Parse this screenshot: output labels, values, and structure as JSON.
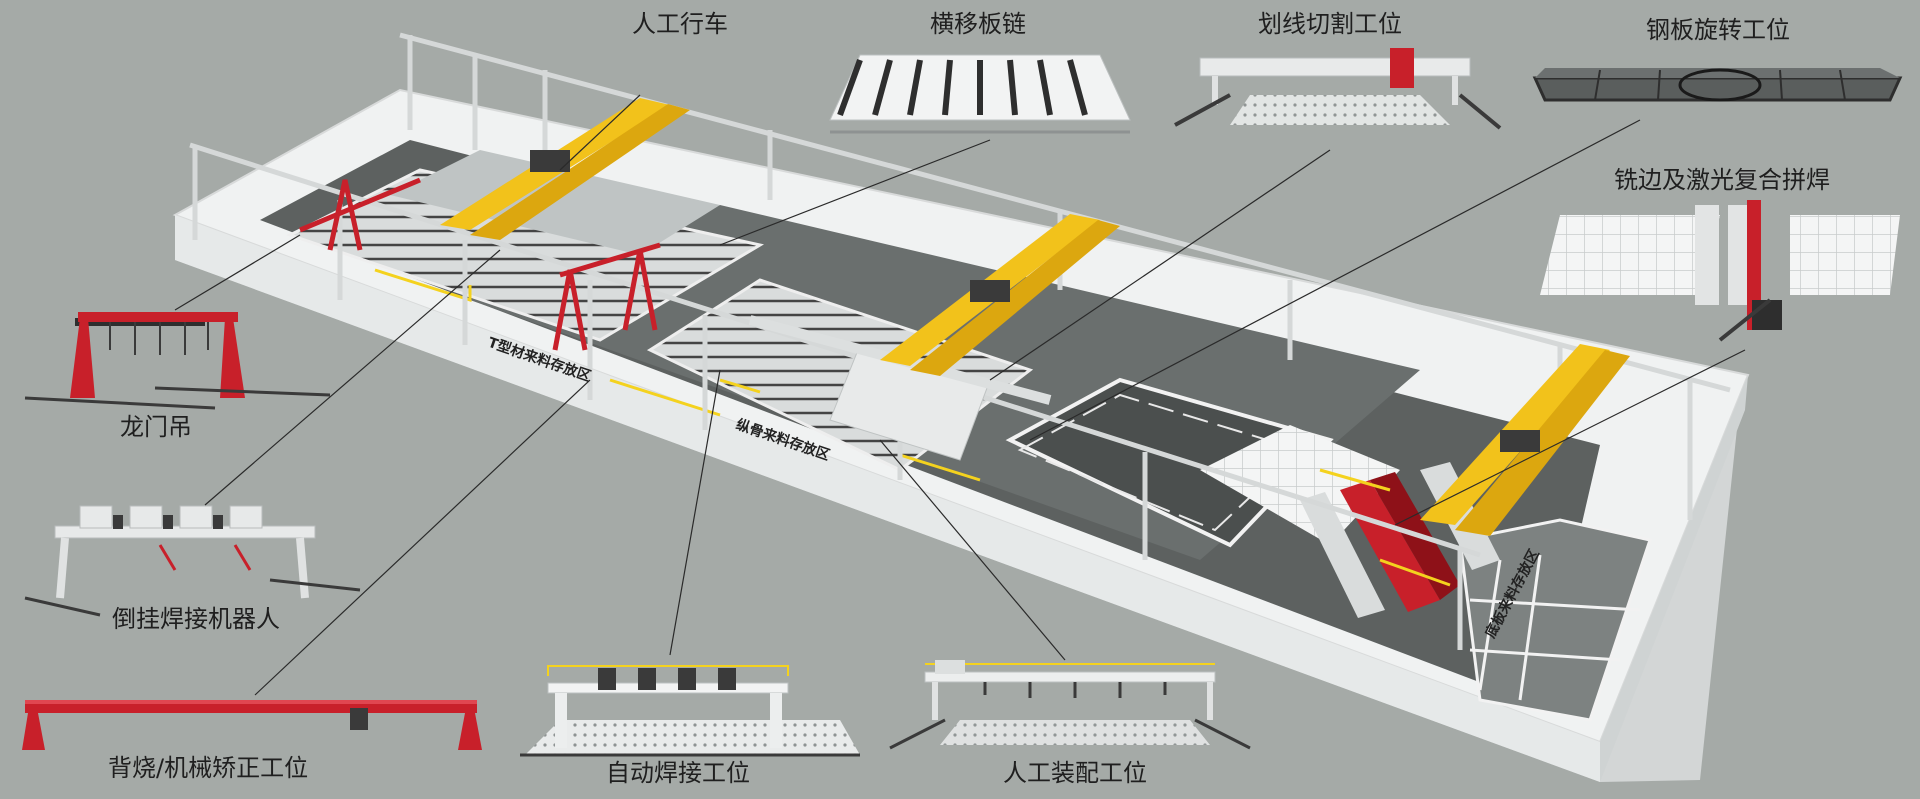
{
  "callouts": {
    "manual_crane": "人工行车",
    "transverse_chain": "横移板链",
    "marking_cutting": "划线切割工位",
    "plate_rotation": "钢板旋转工位",
    "milling_laser": "铣边及激光复合拼焊",
    "gantry_crane": "龙门吊",
    "inverted_robot": "倒挂焊接机器人",
    "back_burning": "背烧/机械矫正工位",
    "auto_welding": "自动焊接工位",
    "manual_assembly": "人工装配工位"
  },
  "zones": {
    "t_profile_storage": "T型材来料存放区",
    "longitudinal_storage": "纵骨来料存放区",
    "bottom_plate_storage": "底板来料存放区"
  },
  "colors": {
    "background": "#a5aaa7",
    "floor": "#5d6160",
    "platform": "#eef0f0",
    "crane_yellow": "#f2c21b",
    "gantry_red": "#c8202a",
    "safety_yellow": "#f4d21e"
  }
}
